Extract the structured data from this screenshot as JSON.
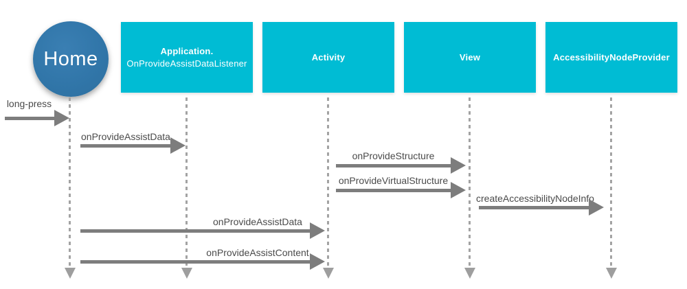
{
  "actor": {
    "label": "Home"
  },
  "participants": [
    {
      "id": "application-listener",
      "line1": "Application.",
      "line2": "OnProvideAssistDataListener"
    },
    {
      "id": "activity",
      "label": "Activity"
    },
    {
      "id": "view",
      "label": "View"
    },
    {
      "id": "accessibility-node-provider",
      "label": "AccessibilityNodeProvider"
    }
  ],
  "messages": [
    {
      "label": "long-press",
      "from": "user",
      "to": "Home"
    },
    {
      "label": "onProvideAssistData",
      "from": "Home",
      "to": "Application.OnProvideAssistDataListener"
    },
    {
      "label": "onProvideStructure",
      "from": "Activity",
      "to": "View"
    },
    {
      "label": "onProvideVirtualStructure",
      "from": "Activity",
      "to": "View"
    },
    {
      "label": "createAccessibilityNodeInfo",
      "from": "View",
      "to": "AccessibilityNodeProvider"
    },
    {
      "label": "onProvideAssistData",
      "from": "Home",
      "to": "Activity"
    },
    {
      "label": "onProvideAssistContent",
      "from": "Home",
      "to": "Activity"
    }
  ],
  "colors": {
    "participant_fill": "#00bcd4",
    "participant_text": "#ffffff",
    "actor_fill": "#3176a9",
    "actor_text": "#ffffff",
    "message_arrow": "#7d7d7d",
    "message_text": "#4a4a4a",
    "lifeline": "#a3a3a3",
    "lifeline_arrow": "#9e9e9e",
    "background": "#ffffff"
  }
}
